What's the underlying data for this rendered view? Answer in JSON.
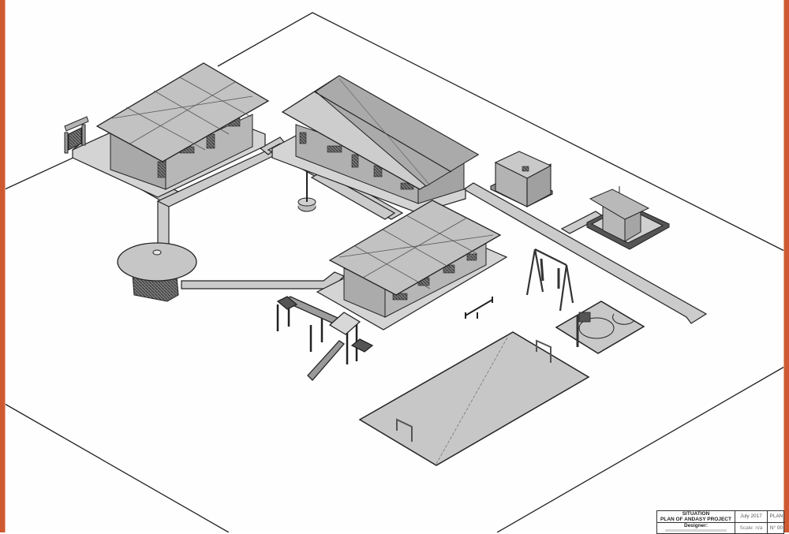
{
  "drawing": {
    "type": "isometric site plan",
    "subject": "school campus situation plan",
    "frame_color": "#cf5a32",
    "ground_color": "#ffffff",
    "surface_gray": "#c8c8c8",
    "roof_gray": "#bdbdbd",
    "outline_color": "#222222",
    "elements": [
      {
        "id": "site-boundary",
        "label": "Site boundary"
      },
      {
        "id": "entrance-gate",
        "label": "Entrance gate"
      },
      {
        "id": "classroom-building-1",
        "label": "Classroom building (north-west)"
      },
      {
        "id": "classroom-building-2",
        "label": "Long classroom building (north)"
      },
      {
        "id": "classroom-building-3",
        "label": "Classroom building (center)"
      },
      {
        "id": "water-tank",
        "label": "Water tank / storage block"
      },
      {
        "id": "latrine-block",
        "label": "Latrine block"
      },
      {
        "id": "flagpole",
        "label": "Flagpole"
      },
      {
        "id": "gazebo",
        "label": "Round gazebo / kiosk"
      },
      {
        "id": "play-structure",
        "label": "Play structure with slide"
      },
      {
        "id": "seesaw",
        "label": "Seesaw"
      },
      {
        "id": "swing-set",
        "label": "Swing set"
      },
      {
        "id": "basketball-court",
        "label": "Basketball court"
      },
      {
        "id": "football-field",
        "label": "Football field with goals"
      },
      {
        "id": "walkways",
        "label": "Walkways"
      }
    ]
  },
  "title_block": {
    "title_line1": "SITUATION",
    "title_line2": "PLAN OF ANDASY PROJECT",
    "designer_label": "Designer:",
    "date": "July  2017",
    "scale": "Scale: n/a",
    "sheet_type": "PLAN",
    "sheet_number": "N° 00"
  }
}
